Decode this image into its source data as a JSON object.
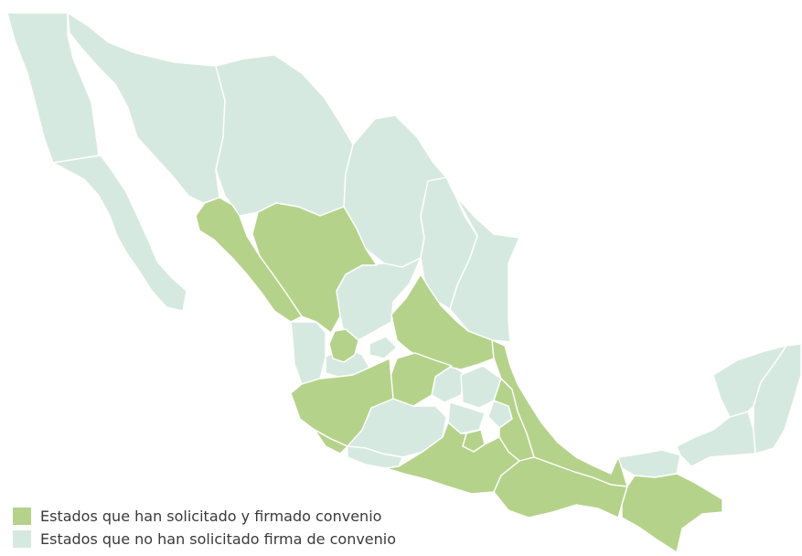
{
  "colors": {
    "signed": "#b5d28a",
    "not_signed": "#d6e9e0",
    "border": "#ffffff"
  },
  "legend": [
    {
      "key": "signed",
      "label": "Estados que han solicitado y firmado convenio",
      "color": "#b5d28a"
    },
    {
      "key": "not_signed",
      "label": "Estados que no han solicitado firma de convenio",
      "color": "#d6e9e0"
    }
  ]
}
